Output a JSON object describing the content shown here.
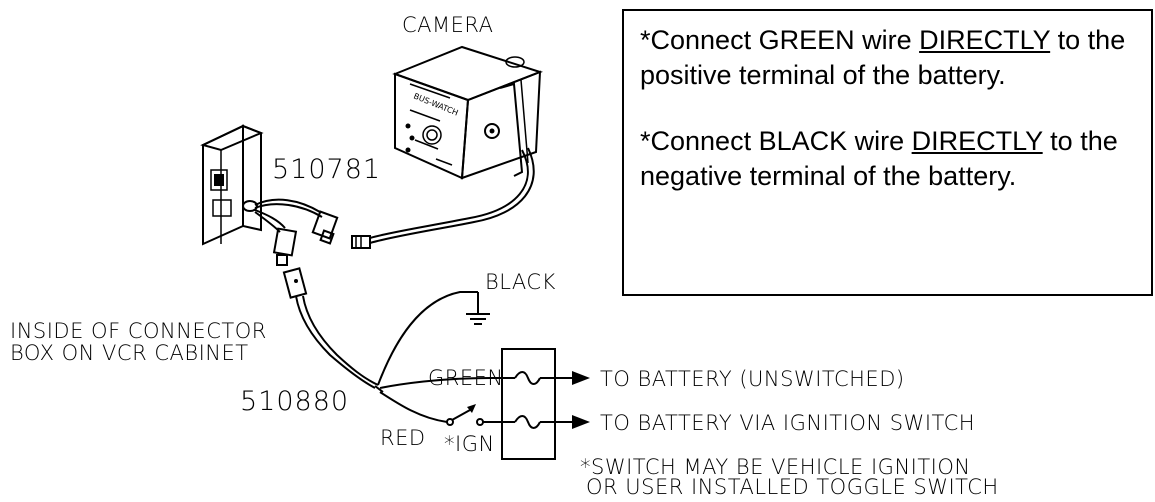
{
  "labels": {
    "camera": "CAMERA",
    "part_cable": "510781",
    "part_harness": "510880",
    "black": "BLACK",
    "green": "GREEN",
    "red": "RED",
    "ign": "*IGN",
    "inside_line1": "INSIDE OF CONNECTOR",
    "inside_line2": "BOX ON VCR CABINET",
    "to_battery_unswitched": "TO BATTERY (UNSWITCHED)",
    "to_battery_ignition": "TO BATTERY VIA IGNITION SWITCH",
    "switch_note_line1": "*SWITCH MAY BE VEHICLE IGNITION",
    "switch_note_line2": "OR USER INSTALLED TOGGLE SWITCH"
  },
  "camera_face_text": "BUS-WATCH",
  "note": {
    "green": {
      "prefix": "*Connect GREEN wire ",
      "emphasis": "DIRECTLY",
      "suffix": " to the positive terminal of the battery."
    },
    "black": {
      "prefix": "*Connect BLACK wire ",
      "emphasis": "DIRECTLY",
      "suffix": " to the negative terminal of the battery."
    }
  }
}
